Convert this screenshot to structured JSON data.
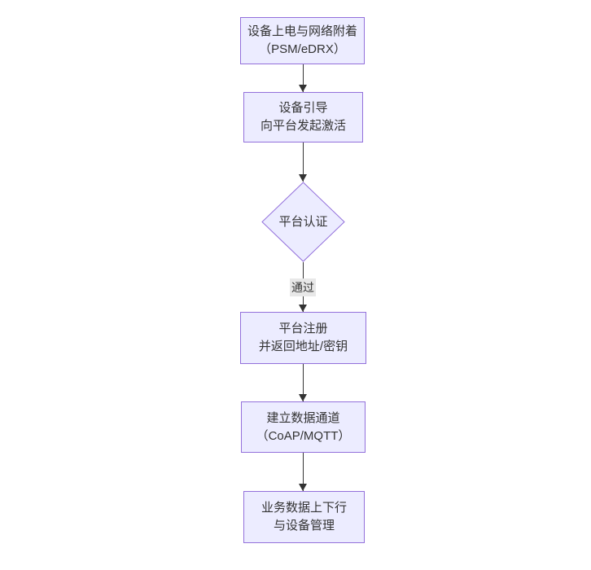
{
  "flowchart": {
    "direction": "top-down",
    "nodes": [
      {
        "id": "power-attach",
        "type": "rect",
        "lines": [
          "设备上电与网络附着",
          "（PSM/eDRX）"
        ]
      },
      {
        "id": "bootstrap",
        "type": "rect",
        "lines": [
          "设备引导",
          "向平台发起激活"
        ]
      },
      {
        "id": "platform-auth",
        "type": "diamond",
        "lines": [
          "平台认证"
        ]
      },
      {
        "id": "register",
        "type": "rect",
        "lines": [
          "平台注册",
          "并返回地址/密钥"
        ]
      },
      {
        "id": "data-channel",
        "type": "rect",
        "lines": [
          "建立数据通道",
          "（CoAP/MQTT）"
        ]
      },
      {
        "id": "business",
        "type": "rect",
        "lines": [
          "业务数据上下行",
          "与设备管理"
        ]
      }
    ],
    "edges": [
      {
        "from": "power-attach",
        "to": "bootstrap",
        "label": ""
      },
      {
        "from": "bootstrap",
        "to": "platform-auth",
        "label": ""
      },
      {
        "from": "platform-auth",
        "to": "register",
        "label": "通过"
      },
      {
        "from": "register",
        "to": "data-channel",
        "label": ""
      },
      {
        "from": "data-channel",
        "to": "business",
        "label": ""
      }
    ],
    "colors": {
      "node_fill": "#ECECFF",
      "node_border": "#9370DB",
      "edge_stroke": "#333333",
      "edge_label_bg": "#e8e8e8",
      "text": "#333333",
      "background": "#ffffff"
    }
  }
}
